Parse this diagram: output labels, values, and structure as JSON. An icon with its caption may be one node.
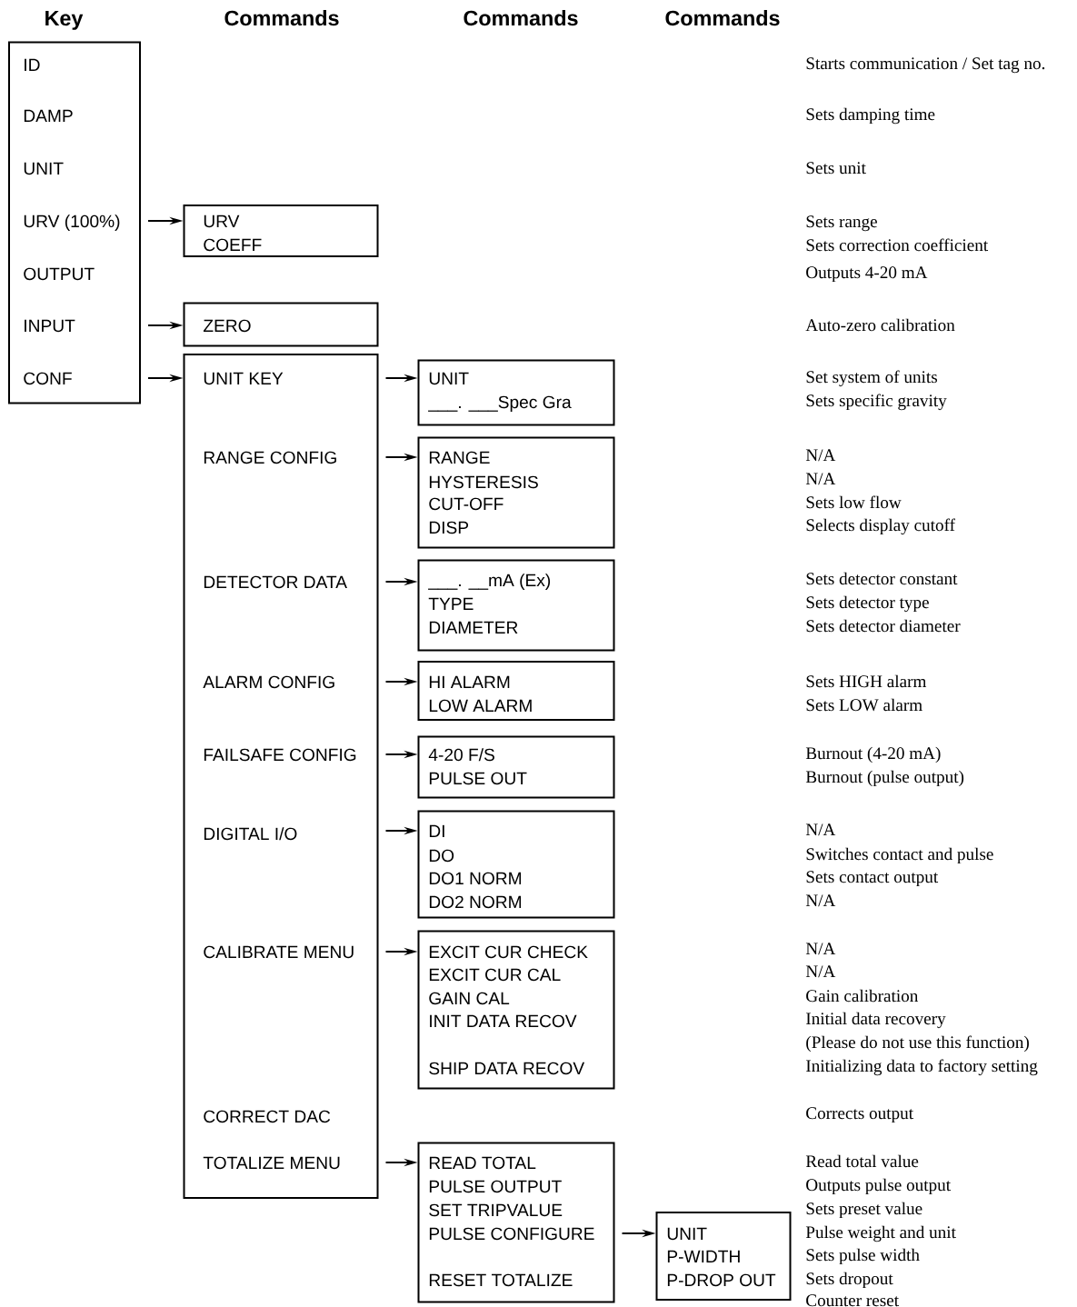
{
  "diagram": {
    "nodes": [
      {
        "text": [
          "ID",
          "DAMP",
          "UNIT",
          "URV (100%)",
          "OUTPUT",
          "INPUT",
          "CONF"
        ]
      },
      {
        "text": [
          "URV",
          "COEFF"
        ]
      },
      {
        "text": [
          "ZERO"
        ]
      },
      {
        "text": [
          "UNIT KEY",
          "RANGE CONFIG",
          "DETECTOR DATA",
          "ALARM CONFIG",
          "FAILSAFE CONFIG",
          "DIGITAL I/O",
          "CALIBRATE MENU",
          "CORRECT DAC",
          "TOTALIZE MENU"
        ]
      },
      {
        "text": [
          "UNIT",
          "___. ___Spec Gra"
        ]
      },
      {
        "text": [
          "RANGE",
          "HYSTERESIS",
          "CUT-OFF",
          "DISP"
        ]
      },
      {
        "text": [
          "___. __mA (Ex)",
          "TYPE",
          "DIAMETER"
        ]
      },
      {
        "text": [
          "HI ALARM",
          "LOW ALARM"
        ]
      },
      {
        "text": [
          "4-20 F/S",
          "PULSE OUT"
        ]
      },
      {
        "text": [
          "DI",
          "DO",
          "DO1 NORM",
          "DO2 NORM"
        ]
      },
      {
        "text": [
          "EXCIT CUR CHECK",
          "EXCIT CUR CAL",
          "GAIN CAL",
          "INIT DATA RECOV",
          "SHIP DATA RECOV"
        ]
      },
      {
        "text": [
          "READ TOTAL",
          "PULSE OUTPUT",
          "SET TRIPVALUE",
          "PULSE CONFIGURE",
          "RESET TOTALIZE"
        ]
      },
      {
        "text": [
          "UNIT",
          "P-WIDTH",
          "P-DROP OUT"
        ]
      }
    ],
    "edges": [
      {
        "from": 0,
        "to": 1,
        "arrow": "to"
      },
      {
        "from": 0,
        "to": 2,
        "arrow": "to"
      },
      {
        "from": 0,
        "to": 3,
        "arrow": "to"
      },
      {
        "from": 3,
        "to": 4,
        "arrow": "to"
      },
      {
        "from": 3,
        "to": 5,
        "arrow": "to"
      },
      {
        "from": 3,
        "to": 6,
        "arrow": "to"
      },
      {
        "from": 3,
        "to": 7,
        "arrow": "to"
      },
      {
        "from": 3,
        "to": 8,
        "arrow": "to"
      },
      {
        "from": 3,
        "to": 9,
        "arrow": "to"
      },
      {
        "from": 3,
        "to": 10,
        "arrow": "to"
      },
      {
        "from": 3,
        "to": 11,
        "arrow": "to"
      },
      {
        "from": 11,
        "to": 12,
        "arrow": "to"
      }
    ],
    "labels": [
      "Key",
      "Commands",
      "Commands",
      "Commands",
      "Starts communication / Set tag no.",
      "Sets damping time",
      "Sets unit",
      "Sets range",
      "Sets correction coefficient",
      "Outputs 4-20 mA",
      "Auto-zero calibration",
      "Set system of units",
      "Sets specific gravity",
      "N/A",
      "N/A",
      "Sets low flow",
      "Selects display cutoff",
      "Sets detector constant",
      "Sets detector type",
      "Sets detector diameter",
      "Sets HIGH alarm",
      "Sets LOW alarm",
      "Burnout (4-20 mA)",
      "Burnout (pulse output)",
      "N/A",
      "Switches contact and pulse",
      "Sets contact output",
      "N/A",
      "N/A",
      "N/A",
      "Gain calibration",
      "Initial data recovery",
      "(Please do not use this function)",
      "Initializing data to factory setting",
      "Corrects output",
      "Read total value",
      "Outputs pulse output",
      "Sets preset value",
      "Pulse weight and unit",
      "Sets pulse width",
      "Sets dropout",
      "Counter reset"
    ]
  }
}
